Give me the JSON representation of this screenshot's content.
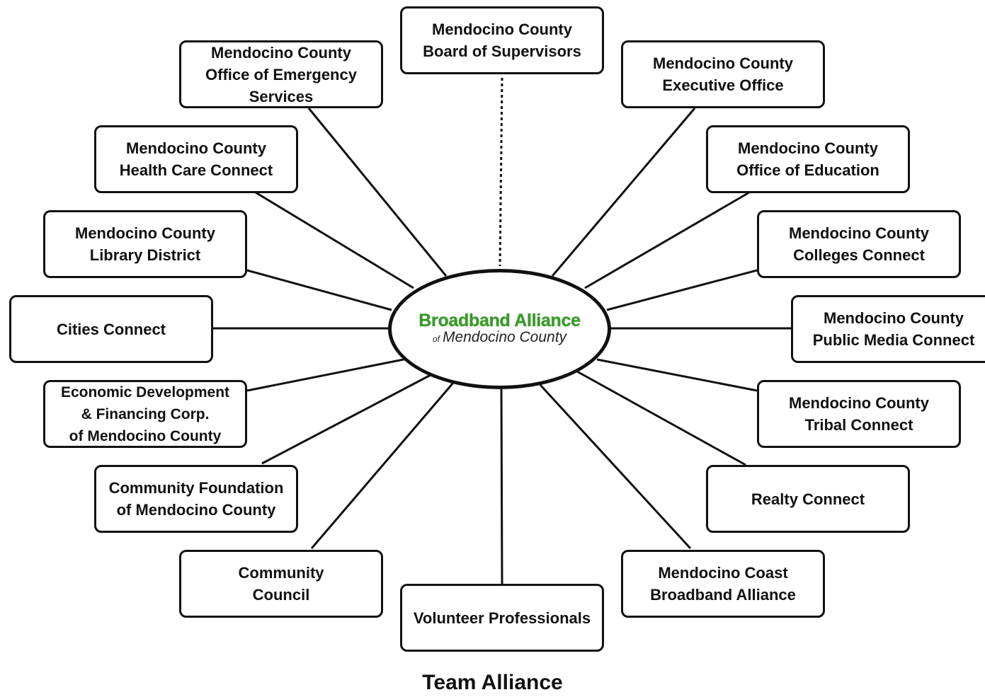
{
  "hub": {
    "name": "Broadband Alliance",
    "sub_prefix": "of",
    "sub": "Mendocino County",
    "brand_color": "#3a9a2a"
  },
  "nodes": [
    {
      "id": "board",
      "lines": [
        "Mendocino County",
        "Board of Supervisors"
      ],
      "link": "dashed"
    },
    {
      "id": "executive",
      "lines": [
        "Mendocino County",
        "Executive Office"
      ],
      "link": "solid"
    },
    {
      "id": "education",
      "lines": [
        "Mendocino County",
        "Office of Education"
      ],
      "link": "solid"
    },
    {
      "id": "colleges",
      "lines": [
        "Mendocino County",
        "Colleges Connect"
      ],
      "link": "solid"
    },
    {
      "id": "public-media",
      "lines": [
        "Mendocino County",
        "Public Media Connect"
      ],
      "link": "solid"
    },
    {
      "id": "tribal",
      "lines": [
        "Mendocino County",
        "Tribal Connect"
      ],
      "link": "solid"
    },
    {
      "id": "realty",
      "lines": [
        "Realty Connect"
      ],
      "link": "solid"
    },
    {
      "id": "coast",
      "lines": [
        "Mendocino Coast",
        "Broadband Alliance"
      ],
      "link": "solid"
    },
    {
      "id": "volunteers",
      "lines": [
        "Volunteer Professionals"
      ],
      "link": "solid"
    },
    {
      "id": "community-council",
      "lines": [
        "Community",
        "Council"
      ],
      "link": "solid"
    },
    {
      "id": "community-foundation",
      "lines": [
        "Community Foundation",
        "of Mendocino County"
      ],
      "link": "solid"
    },
    {
      "id": "economic",
      "lines": [
        "Economic Development",
        "& Financing Corp.",
        "of Mendocino County"
      ],
      "link": "solid"
    },
    {
      "id": "cities",
      "lines": [
        "Cities Connect"
      ],
      "link": "solid"
    },
    {
      "id": "library",
      "lines": [
        "Mendocino County",
        "Library District"
      ],
      "link": "solid"
    },
    {
      "id": "health-care",
      "lines": [
        "Mendocino County",
        "Health Care Connect"
      ],
      "link": "solid"
    },
    {
      "id": "emergency",
      "lines": [
        "Mendocino County",
        "Office of Emergency",
        "Services"
      ],
      "link": "solid"
    }
  ],
  "caption": "Team Alliance"
}
